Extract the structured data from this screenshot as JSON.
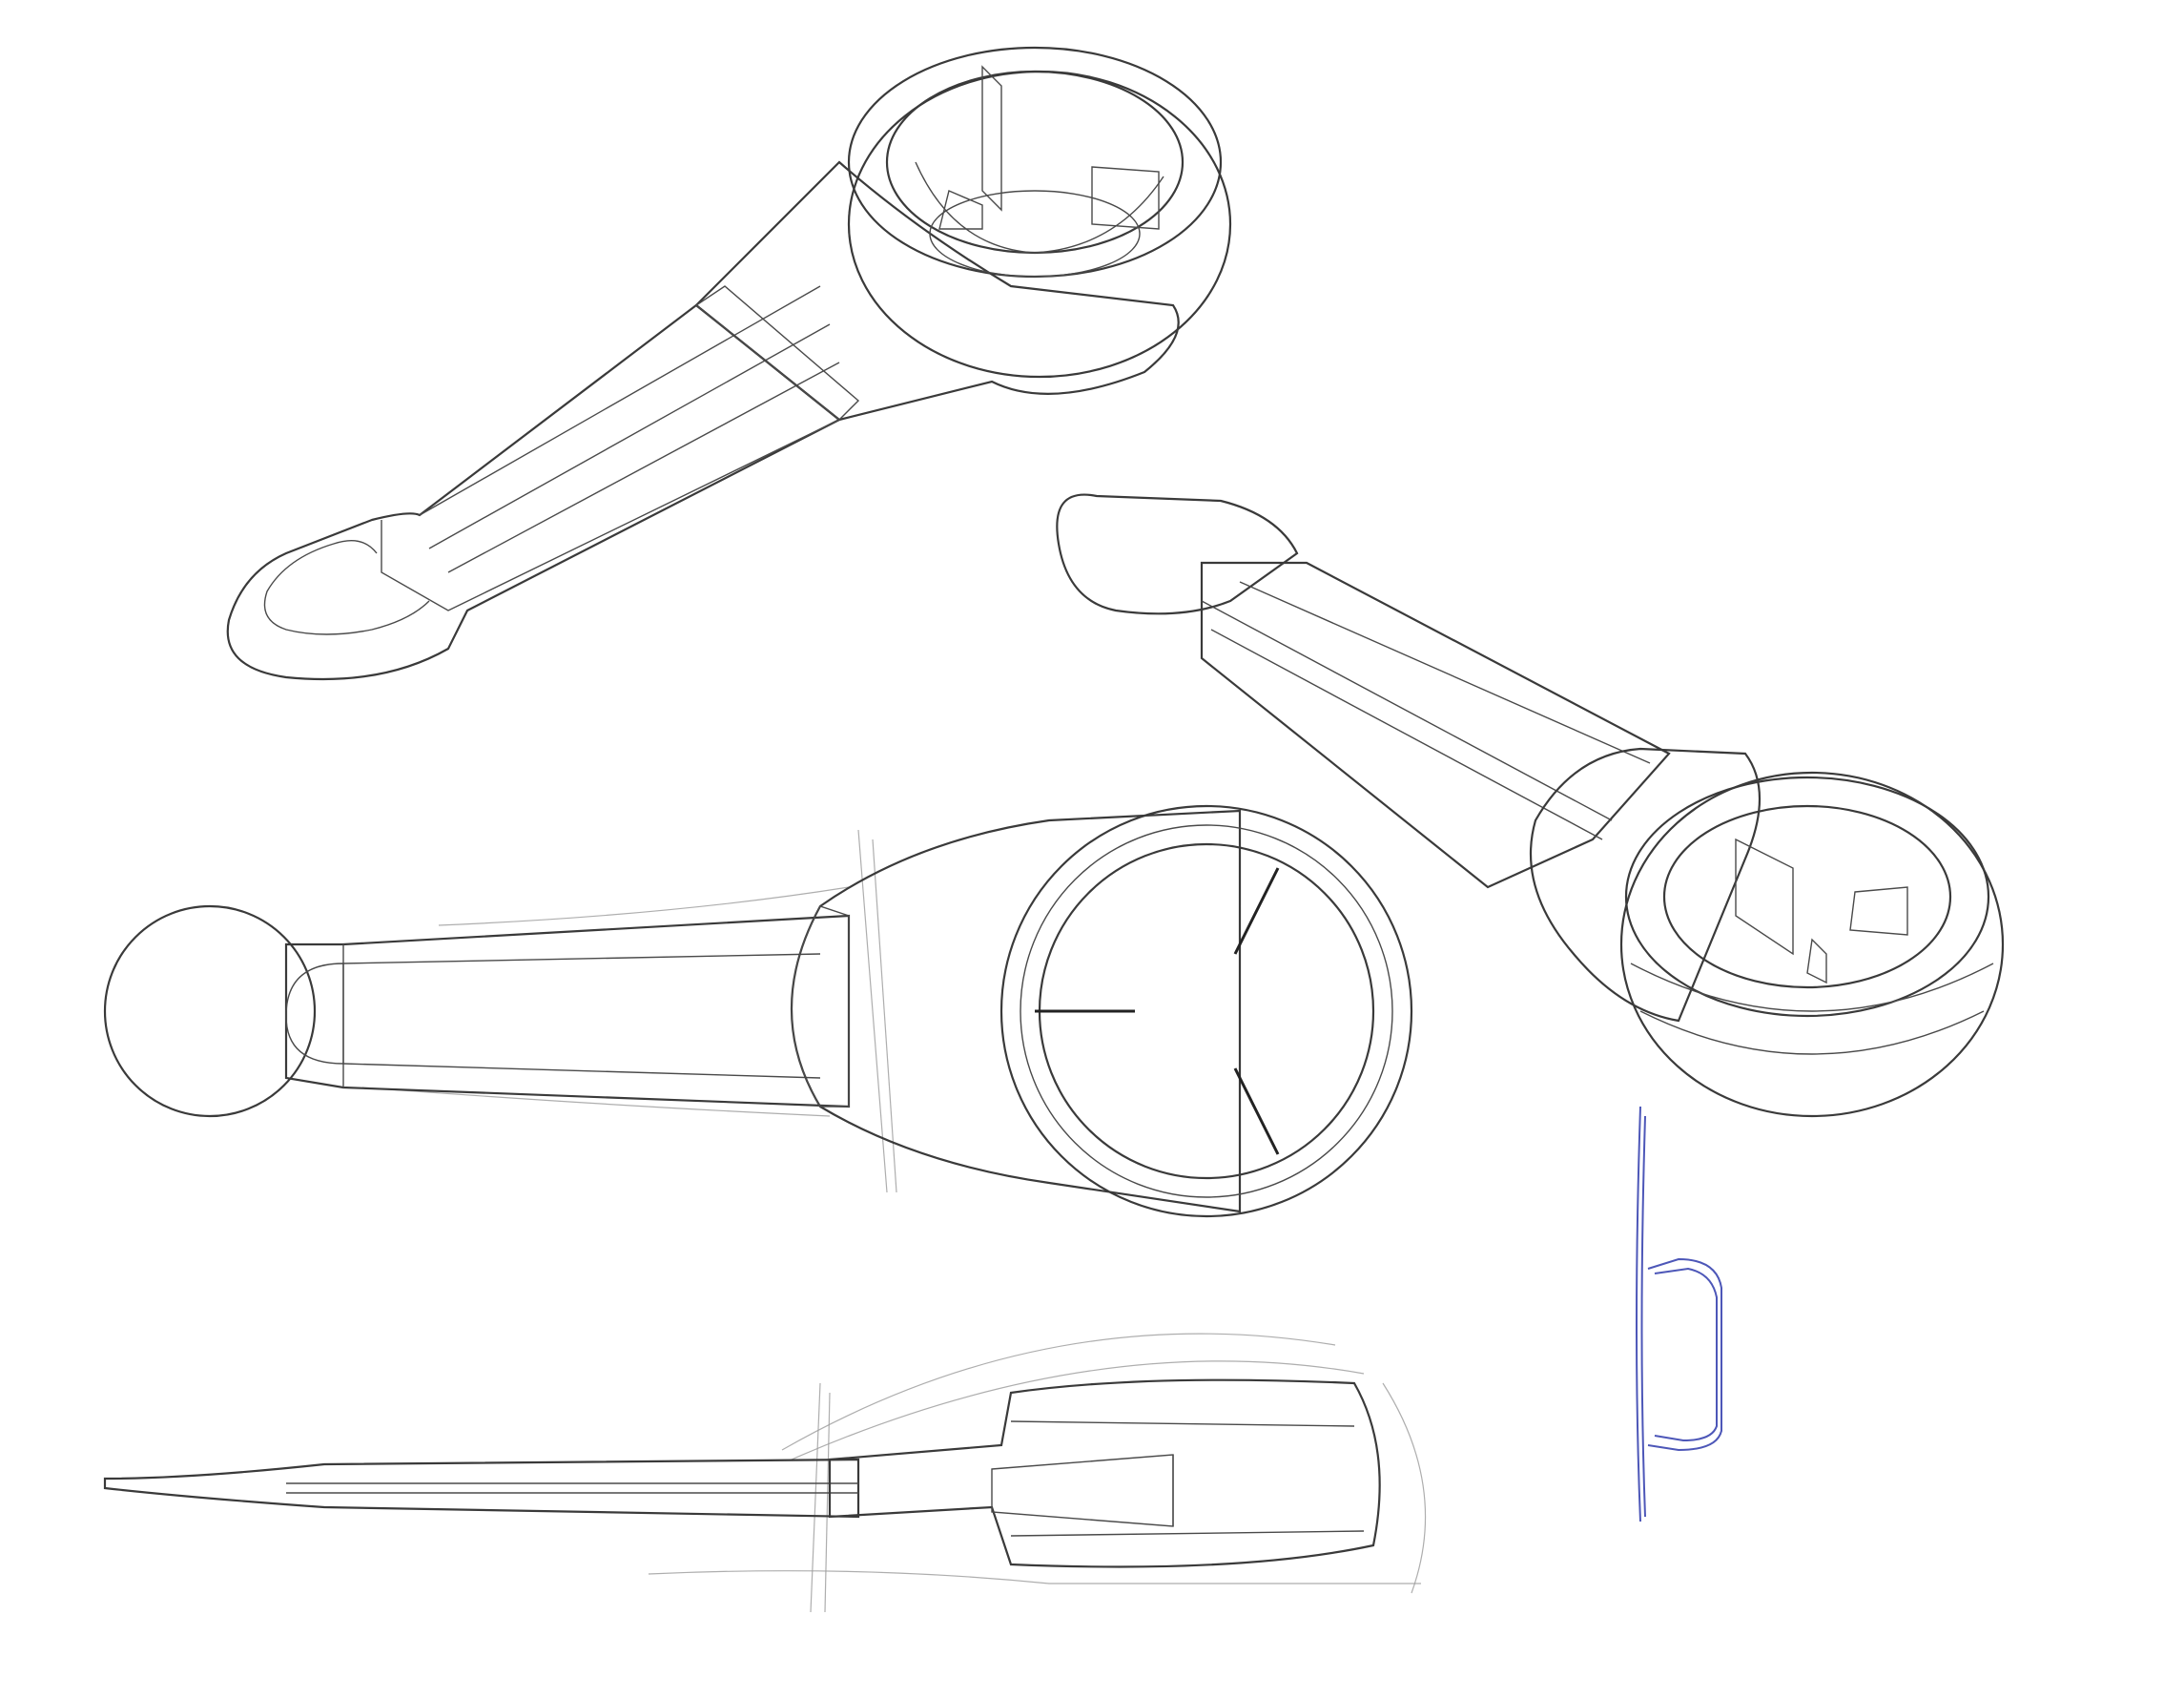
{
  "colors": {
    "paper": "#ffffff",
    "green_light": "#a9cc5a",
    "green_mid": "#7fad34",
    "green_dark": "#3f6b16",
    "blade": "#9ea4c4",
    "clear_handle": "#dfe8f7",
    "ink_blue": "#4d57b8"
  },
  "views": [
    {
      "id": "top-left",
      "kind": "isometric"
    },
    {
      "id": "right",
      "kind": "isometric"
    },
    {
      "id": "middle",
      "kind": "top"
    },
    {
      "id": "bottom",
      "kind": "side"
    }
  ]
}
